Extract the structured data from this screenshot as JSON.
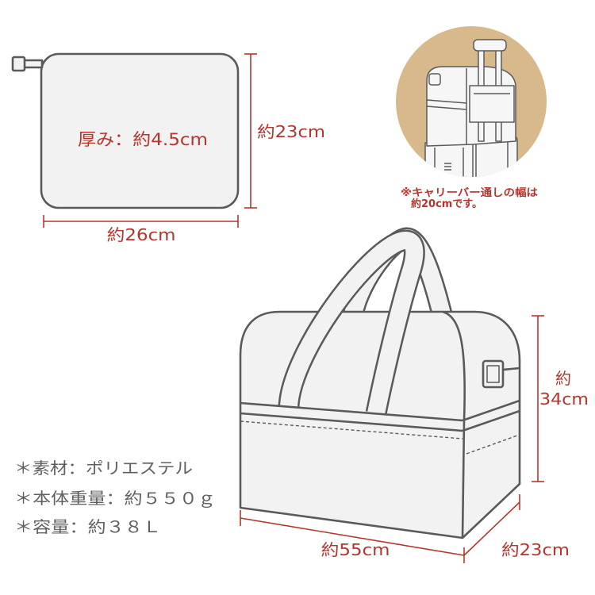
{
  "pouch": {
    "thickness_label": "厚み：約4.5cm",
    "height_label": "約23cm",
    "width_label": "約26cm"
  },
  "inset": {
    "note_line1": "※キャリーバー通しの幅は",
    "note_line2": "約20cmです。"
  },
  "bag": {
    "height_label_line1": "約",
    "height_label_line2": "34cm",
    "width_label": "約55cm",
    "depth_label": "約23cm"
  },
  "specs": [
    "＊素材：ポリエステル",
    "＊本体重量：約５５０ｇ",
    "＊容量：約３８Ｌ"
  ],
  "colors": {
    "dimension": "#b5352c",
    "outline": "#5a5a5a",
    "fill": "#f2f2f2",
    "inset_background": "#d8b98b",
    "spec_text": "#606060"
  }
}
